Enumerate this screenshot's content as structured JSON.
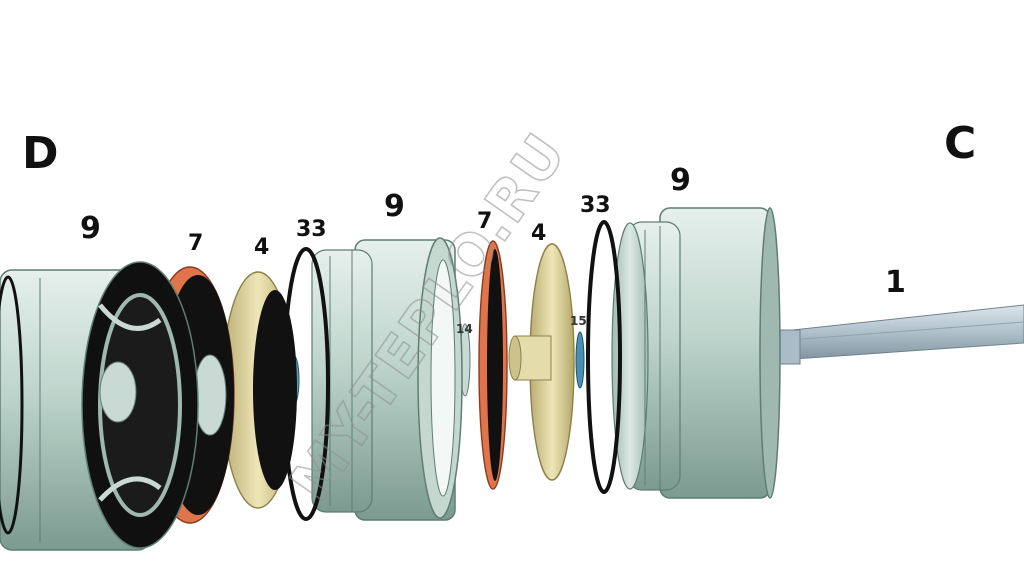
{
  "diagram": {
    "labels": {
      "end_left": "D",
      "end_right": "C",
      "part_9_left": "9",
      "part_7_left": "7",
      "part_4_left": "4",
      "part_33_left": "33",
      "part_9_mid": "9",
      "part_14": "14",
      "part_7_mid": "7",
      "part_4_mid": "4",
      "part_33_mid": "33",
      "part_15": "15",
      "part_9_right": "9",
      "part_1": "1"
    },
    "watermark": "MY-TEPLO.RU"
  },
  "colors": {
    "metal_light": "#c8ddd6",
    "metal_mid": "#a9c4bb",
    "metal_dark": "#6f8f85",
    "brass": "#d9cf9a",
    "gasket_orange": "#e0744a",
    "oring_black": "#111111",
    "shaft": "#b7c9d3"
  }
}
